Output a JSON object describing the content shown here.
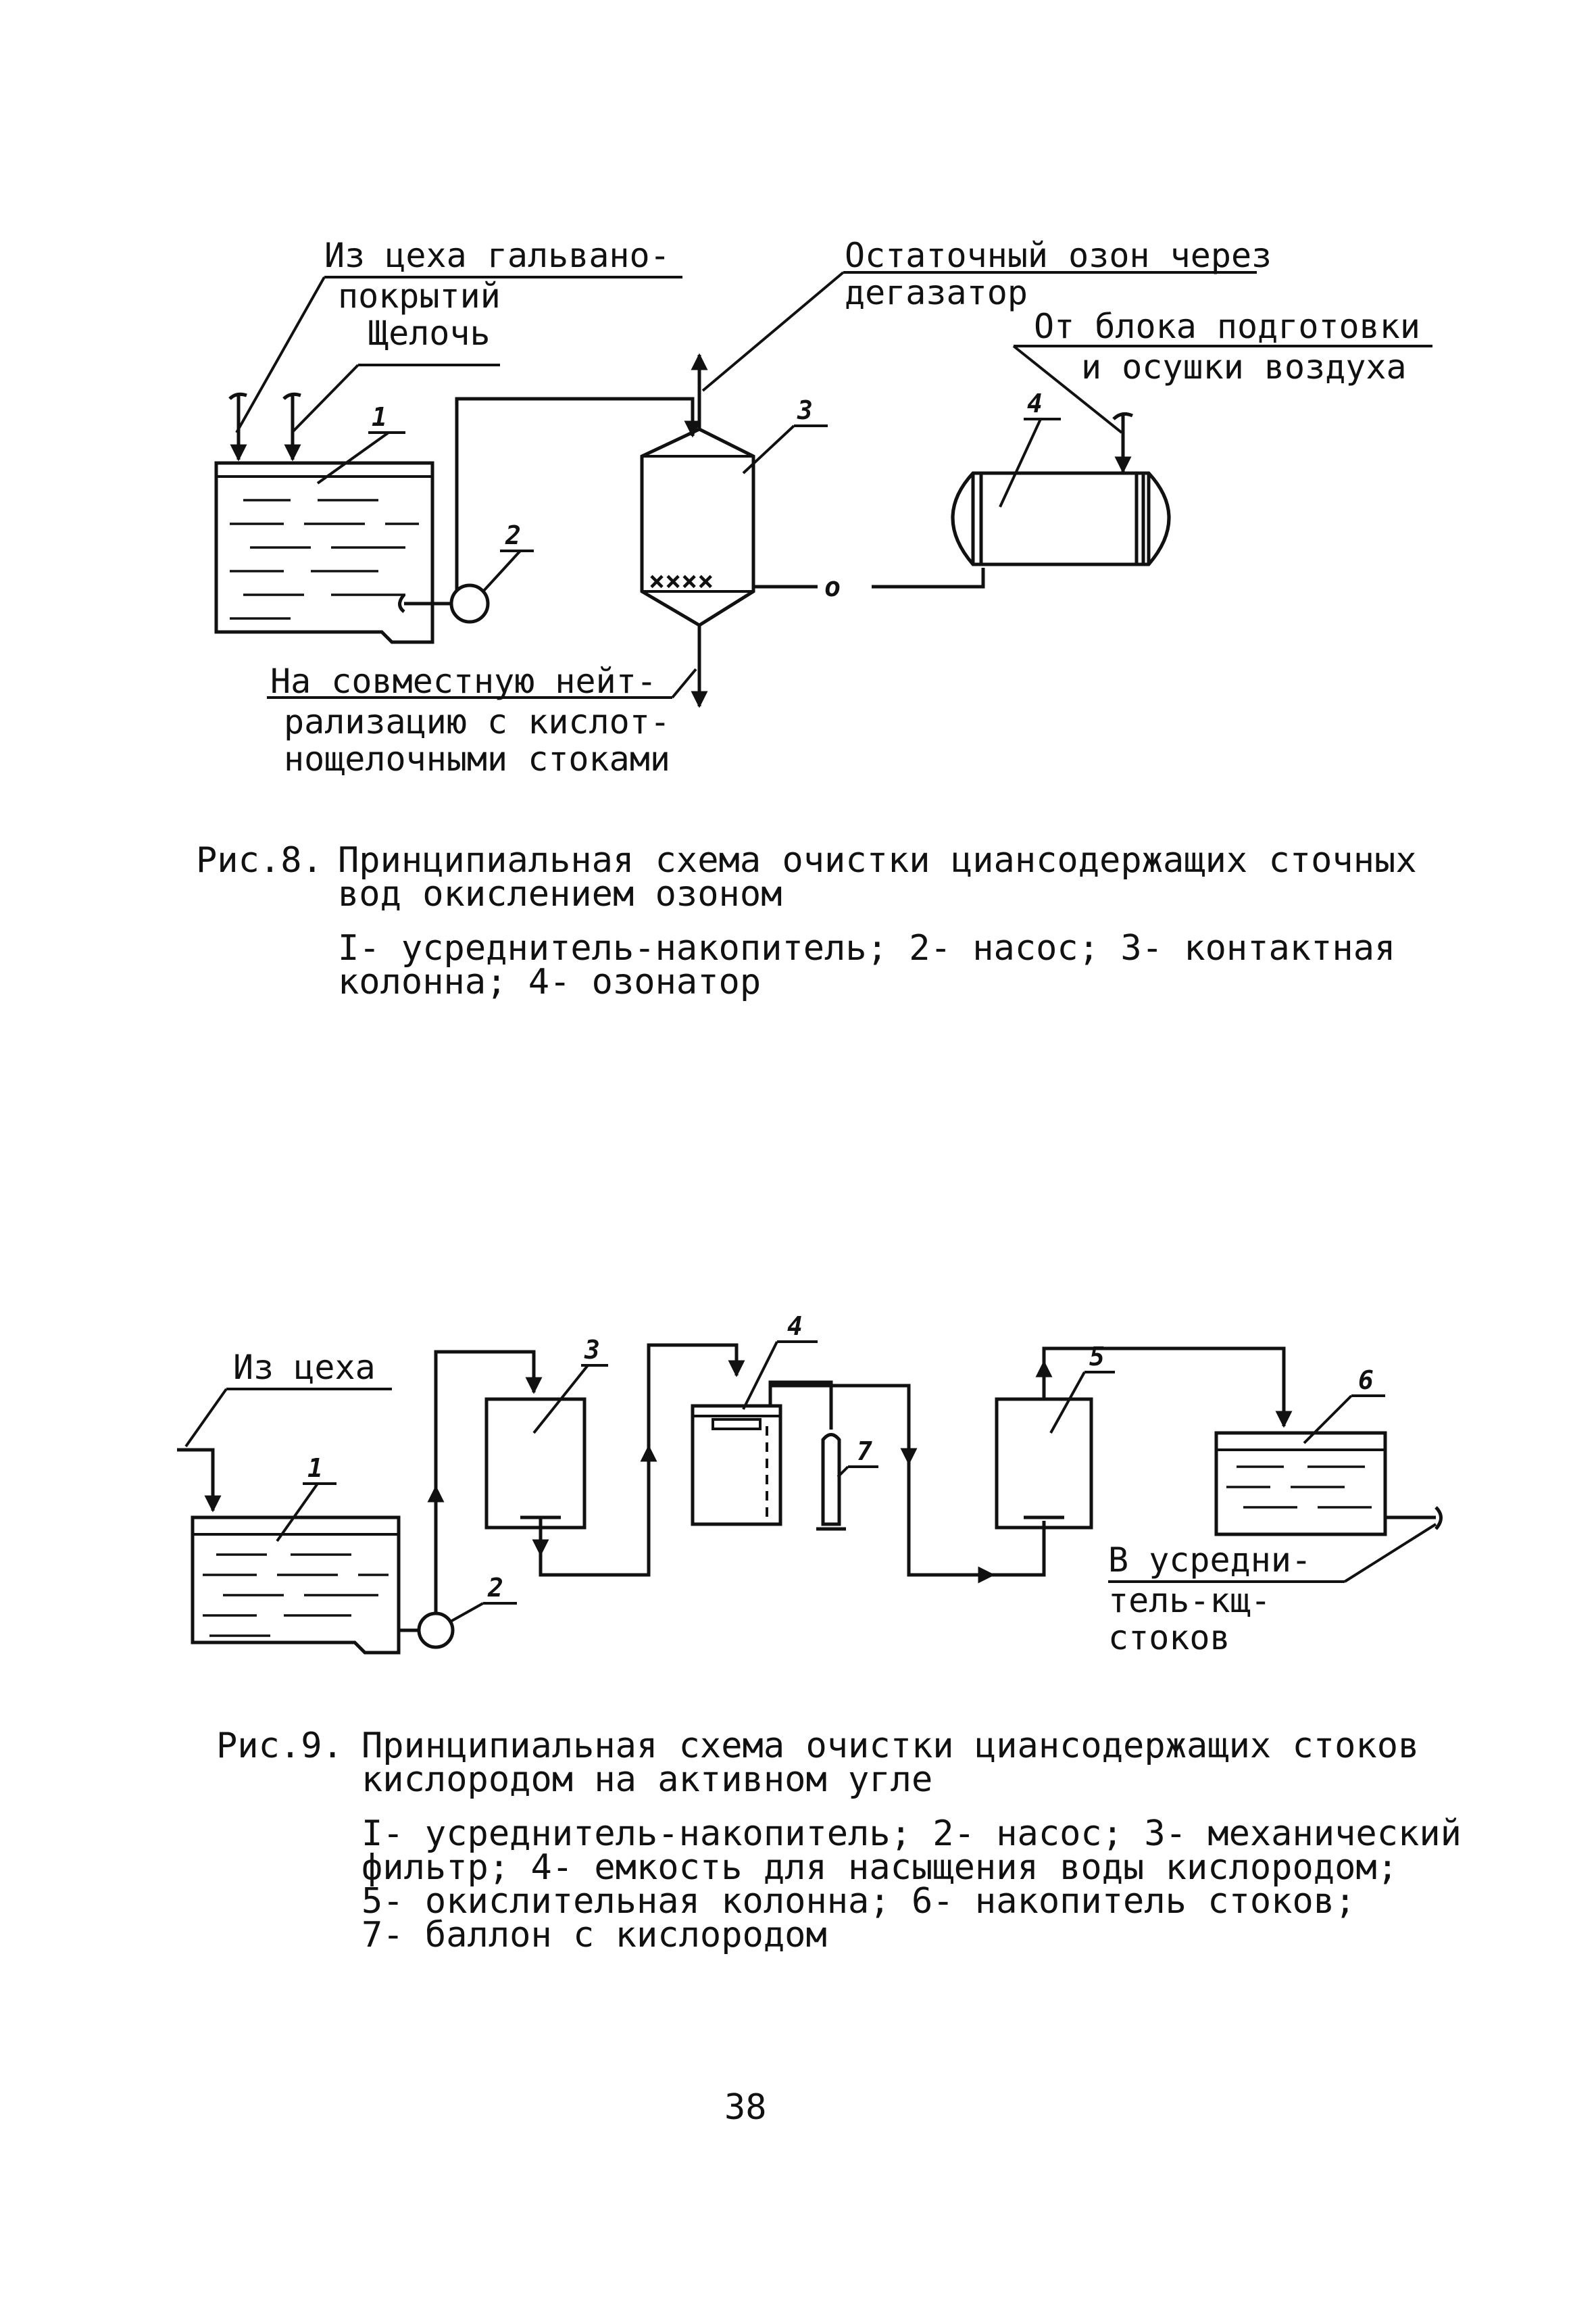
{
  "fig8": {
    "label_from_shop_1": "Из цеха гальвано-",
    "label_from_shop_2": "покрытий",
    "label_alkali": "Щелочь",
    "label_residual_1": "Остаточный озон через",
    "label_residual_2": "дегазатор",
    "label_air_1": "От блока подготовки",
    "label_air_2": "и осушки воздуха",
    "label_neut_1": "На совместную нейт-",
    "label_neut_2": "рализацию с кислот-",
    "label_neut_3": "нощелочными стоками",
    "num_1": "1",
    "num_2": "2",
    "num_3": "3",
    "num_4": "4",
    "caption_prefix": "Рис.8.",
    "caption_1": "Принципиальная схема очистки циансодержащих сточных",
    "caption_2": "вод окислением озоном",
    "legend_1": "I- усреднитель-накопитель; 2- насос; 3- контактная",
    "legend_2": "колонна; 4- озонатор"
  },
  "fig9": {
    "label_from_shop": "Из цеха",
    "label_out_1": "В усредни-",
    "label_out_2": "тель-кщ-",
    "label_out_3": "стоков",
    "num_1": "1",
    "num_2": "2",
    "num_3": "3",
    "num_4": "4",
    "num_5": "5",
    "num_6": "6",
    "num_7": "7",
    "caption_prefix": "Рис.9.",
    "caption_1": "Принципиальная схема очистки циансодержащих стоков",
    "caption_2": "кислородом на активном угле",
    "legend_1": "I- усреднитель-накопитель; 2- насос; 3- механический",
    "legend_2": "фильтр; 4- емкость для насыщения воды кислородом;",
    "legend_3": "5- окислительная колонна; 6- накопитель стоков;",
    "legend_4": "7- баллон с кислородом"
  },
  "page_number": "38"
}
